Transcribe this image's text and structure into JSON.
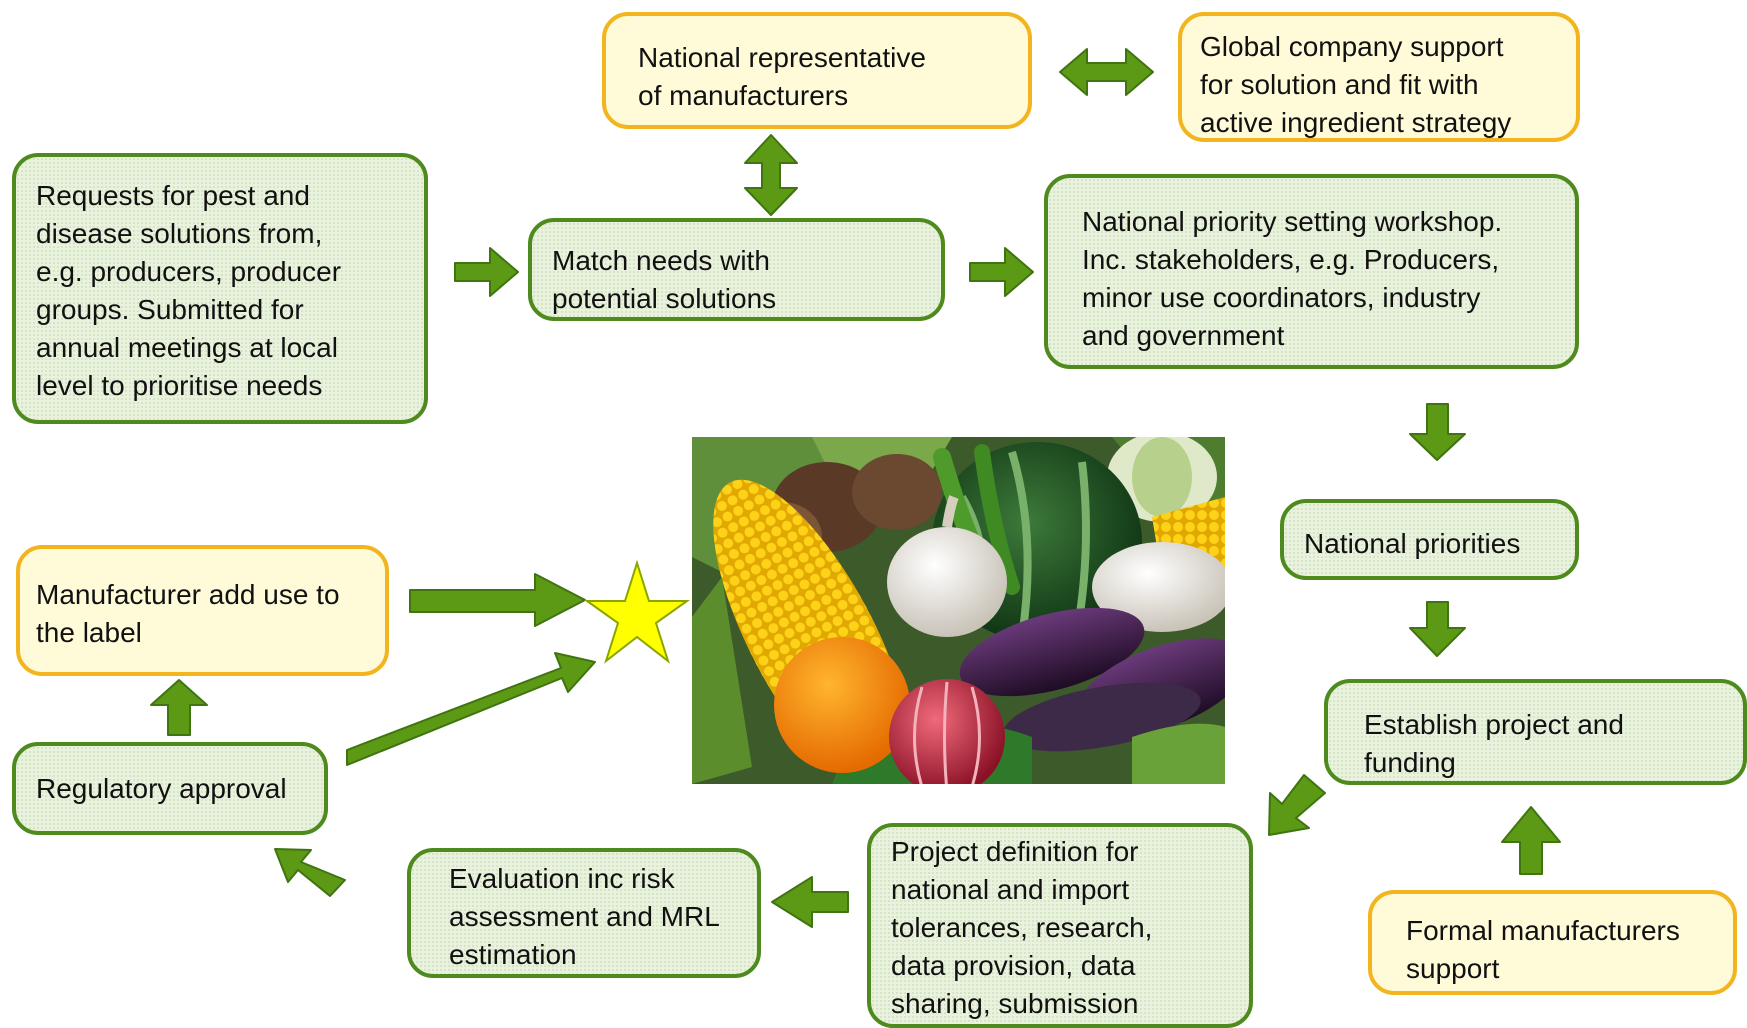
{
  "nodes": {
    "requests": "Requests for pest and\ndisease solutions from,\ne.g. producers, producer\ngroups.  Submitted for\nannual meetings at local\nlevel to  prioritise needs",
    "match": "Match needs with\npotential solutions",
    "national_rep": "National representative\nof manufacturers",
    "global_support": "Global company support\nfor solution and fit with\nactive ingredient strategy",
    "workshop": "National priority setting workshop.\nInc. stakeholders, e.g. Producers,\nminor use coordinators, industry\nand government",
    "national_priorities": "National priorities",
    "establish": "Establish project and\nfunding",
    "formal_support": "Formal manufacturers\nsupport",
    "project_definition": "Project definition for\nnational and import\ntolerances, research,\ndata provision, data\nsharing, submission",
    "evaluation": "Evaluation inc risk\nassessment and MRL\nestimation",
    "regulatory": "Regulatory approval",
    "manufacturer_label": "Manufacturer add use to\nthe label"
  },
  "colors": {
    "arrow": "#5c9a16",
    "arrow_outline": "#3f7410",
    "green_border": "#4e8a1d",
    "green_fill": "#e9f2de",
    "yellow_border": "#f2b51f",
    "yellow_fill": "#fffbd9",
    "star": "#ffff00"
  },
  "image": {
    "subject": "vegetables-photo"
  }
}
